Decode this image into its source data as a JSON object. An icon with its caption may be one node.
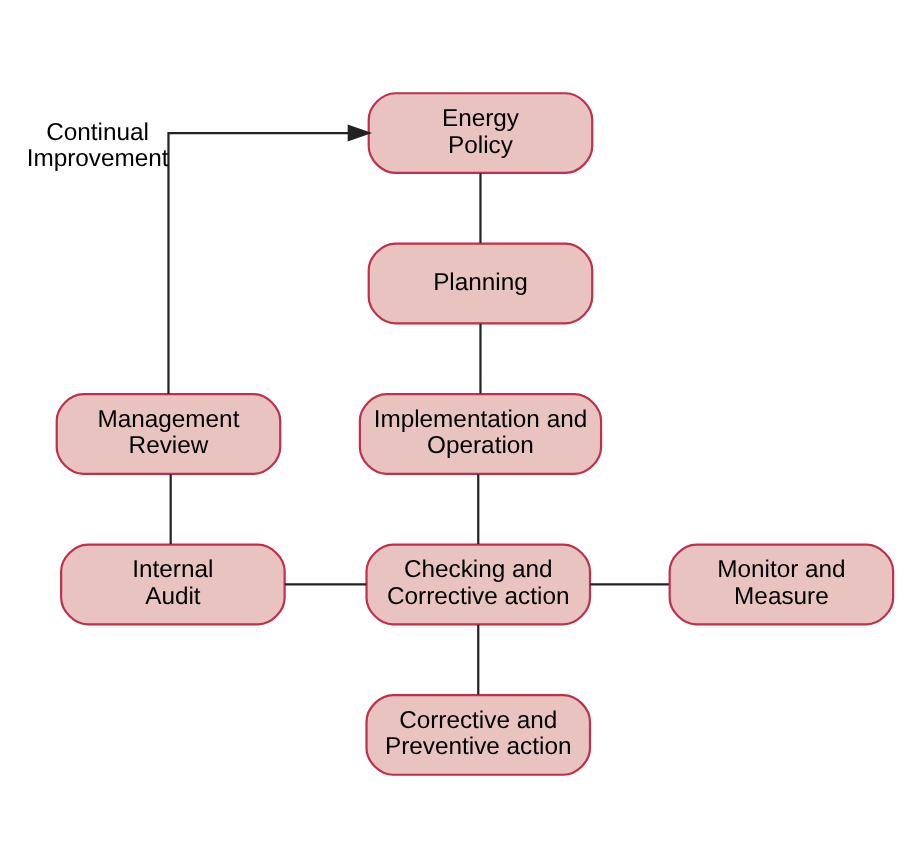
{
  "diagram": {
    "nodes": [
      {
        "text": [
          "Energy Policy"
        ]
      },
      {
        "text": [
          "Planning"
        ]
      },
      {
        "text": [
          "Implementation and Operation"
        ]
      },
      {
        "text": [
          "Management Review"
        ]
      },
      {
        "text": [
          "Internal Audit"
        ]
      },
      {
        "text": [
          "Checking and Corrective action"
        ]
      },
      {
        "text": [
          "Monitor and Measure"
        ]
      },
      {
        "text": [
          "Corrective and Preventive action"
        ]
      }
    ],
    "edges": [
      {
        "from": 0,
        "to": 1,
        "arrow": "none"
      },
      {
        "from": 1,
        "to": 2,
        "arrow": "none"
      },
      {
        "from": 2,
        "to": 5,
        "arrow": "none"
      },
      {
        "from": 5,
        "to": 7,
        "arrow": "none"
      },
      {
        "from": 4,
        "to": 5,
        "arrow": "none"
      },
      {
        "from": 5,
        "to": 6,
        "arrow": "none"
      },
      {
        "from": 3,
        "to": 4,
        "arrow": "none"
      },
      {
        "from": 3,
        "to": 0,
        "arrow": "to",
        "label": "Continual Improvement"
      }
    ]
  }
}
